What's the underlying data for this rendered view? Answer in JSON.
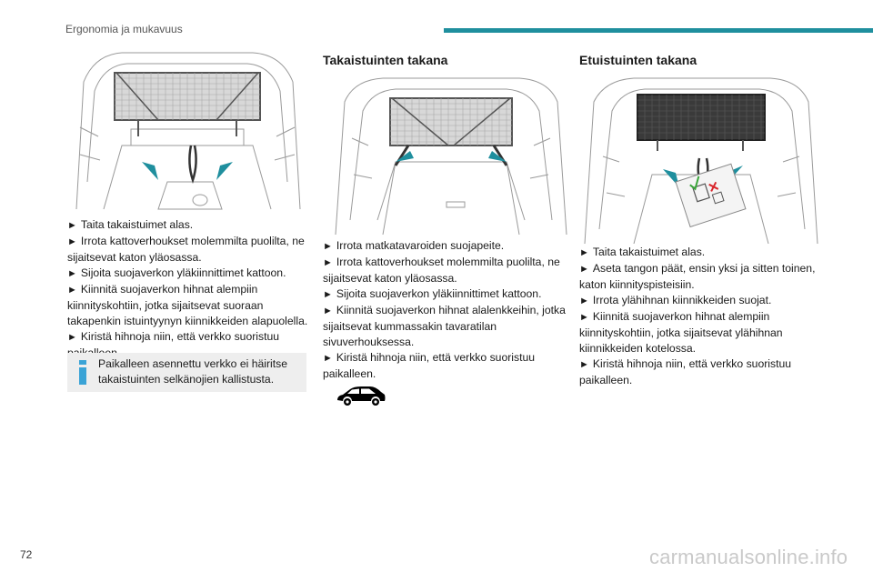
{
  "header": {
    "title": "Ergonomia ja mukavuus"
  },
  "columns": [
    {
      "title": "",
      "steps": [
        "Taita takaistuimet alas.",
        "Irrota kattoverhoukset molemmilta puolilta, ne sijaitsevat katon yläosassa.",
        "Sijoita suojaverkon yläkiinnittimet kattoon.",
        "Kiinnitä suojaverkon hihnat alempiin kiinnityskohtiin, jotka sijaitsevat suoraan takapenkin istuintyynyn kiinnikkeiden alapuolella.",
        "Kiristä hihnoja niin, että verkko suoristuu paikalleen."
      ],
      "info": "Paikalleen asennettu verkko ei häiritse takaistuinten selkänojien kallistusta."
    },
    {
      "title": "Takaistuinten takana",
      "steps": [
        "Irrota matkatavaroiden suojapeite.",
        "Irrota kattoverhoukset molemmilta puolilta, ne sijaitsevat katon yläosassa.",
        "Sijoita suojaverkon yläkiinnittimet kattoon.",
        "Kiinnitä suojaverkon hihnat alalenkkeihin, jotka sijaitsevat kummassakin tavaratilan sivuverhouksessa.",
        "Kiristä hihnoja niin, että verkko suoristuu paikalleen."
      ]
    },
    {
      "title": "Etuistuinten takana",
      "steps": [
        "Taita takaistuimet alas.",
        "Aseta tangon päät, ensin yksi ja sitten toinen, katon kiinnityspisteisiin.",
        "Irrota ylähihnan kiinnikkeiden suojat.",
        "Kiinnitä suojaverkon hihnat alempiin kiinnityskohtiin, jotka sijaitsevat ylähihnan kiinnikkeiden kotelossa.",
        "Kiristä hihnoja niin, että verkko suoristuu paikalleen."
      ]
    }
  ],
  "bullet_glyph": "►",
  "page_number": "72",
  "watermark": "carmanualsonline.info",
  "colors": {
    "accent_bar": "#1f8f9e",
    "info_icon": "#3aa3d6",
    "info_bg": "#eeeeee",
    "arrow_teal": "#1f8f9e"
  },
  "icons": {
    "info": "info-icon",
    "car": "car-silhouette-icon"
  }
}
